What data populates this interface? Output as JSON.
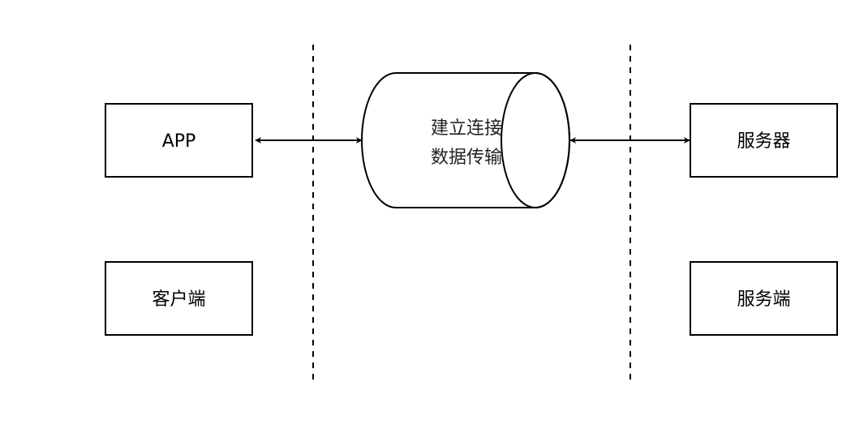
{
  "nodes": {
    "app": "APP",
    "client_label": "客户端",
    "server": "服务器",
    "server_side_label": "服务端",
    "channel_line1": "建立连接",
    "channel_line2": "数据传输"
  },
  "colors": {
    "stroke": "#000000",
    "text": "#000000",
    "channel_text": "#222222"
  }
}
